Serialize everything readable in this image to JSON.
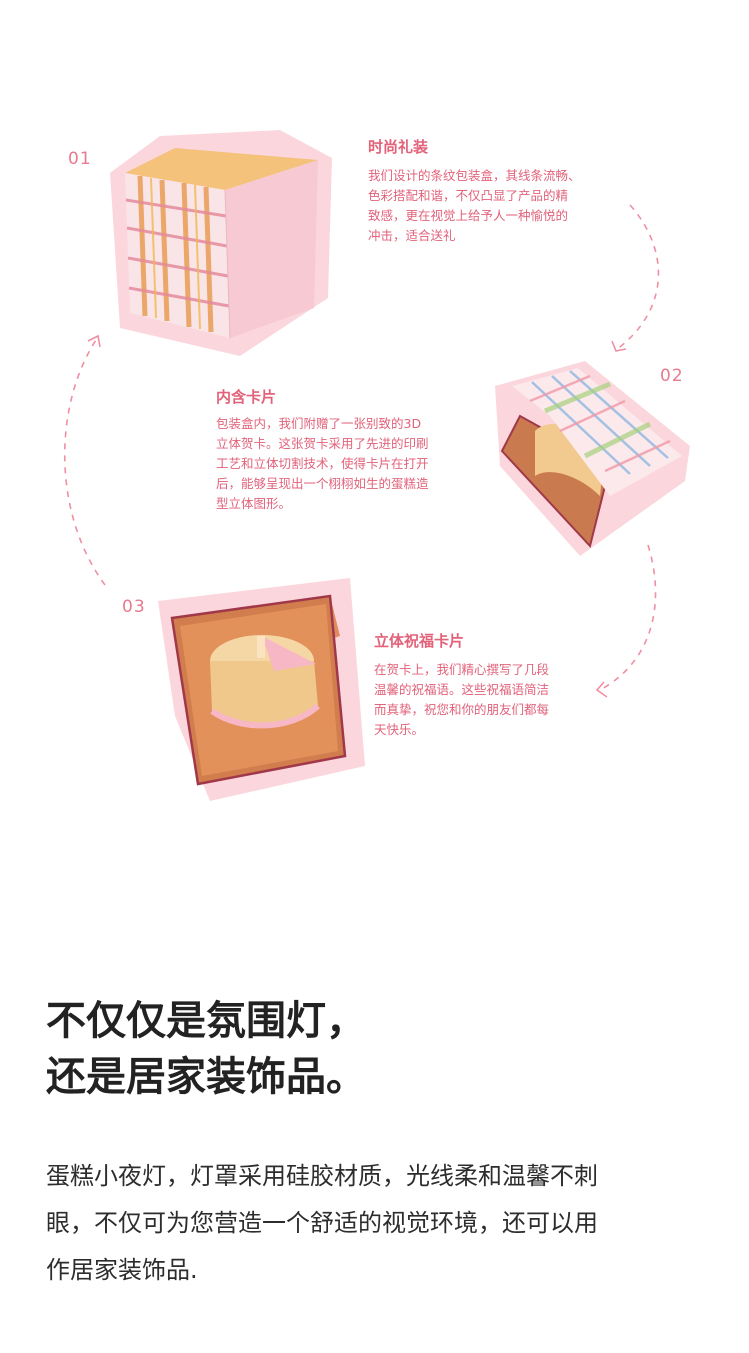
{
  "features": [
    {
      "number": "01",
      "title": "时尚礼装",
      "desc_lines": [
        "我们设计的条纹包装盒，其线条流畅、",
        "色彩搭配和谐，不仅凸显了产品的精",
        "致感，更在视觉上给予人一种愉悦的",
        "冲击，适合送礼"
      ]
    },
    {
      "number": "02",
      "title": "内含卡片",
      "desc_lines": [
        "包装盒内，我们附赠了一张别致的3D",
        "立体贺卡。这张贺卡采用了先进的印刷",
        "工艺和立体切割技术，使得卡片在打开",
        "后，能够呈现出一个栩栩如生的蛋糕造",
        "型立体图形。"
      ]
    },
    {
      "number": "03",
      "title": "立体祝福卡片",
      "desc_lines": [
        "在贺卡上，我们精心撰写了几段",
        "温馨的祝福语。这些祝福语简洁",
        "而真挚，祝您和你的朋友们都每",
        "天快乐。"
      ]
    }
  ],
  "headline_lines": [
    "不仅仅是氛围灯，",
    "还是居家装饰品。"
  ],
  "body_lines": [
    "蛋糕小夜灯，灯罩采用硅胶材质，光线柔和温馨不刺",
    "眼，不仅可为您营造一个舒适的视觉环境，还可以用",
    "作居家装饰品."
  ],
  "colors": {
    "accent_pink": "#e2627a",
    "blob_pink": "#fbd7dd",
    "box_yellow": "#f4c27a",
    "box_pink": "#f7c9d3",
    "card_brown": "#c97a4e",
    "card_frame": "#a0384a"
  }
}
